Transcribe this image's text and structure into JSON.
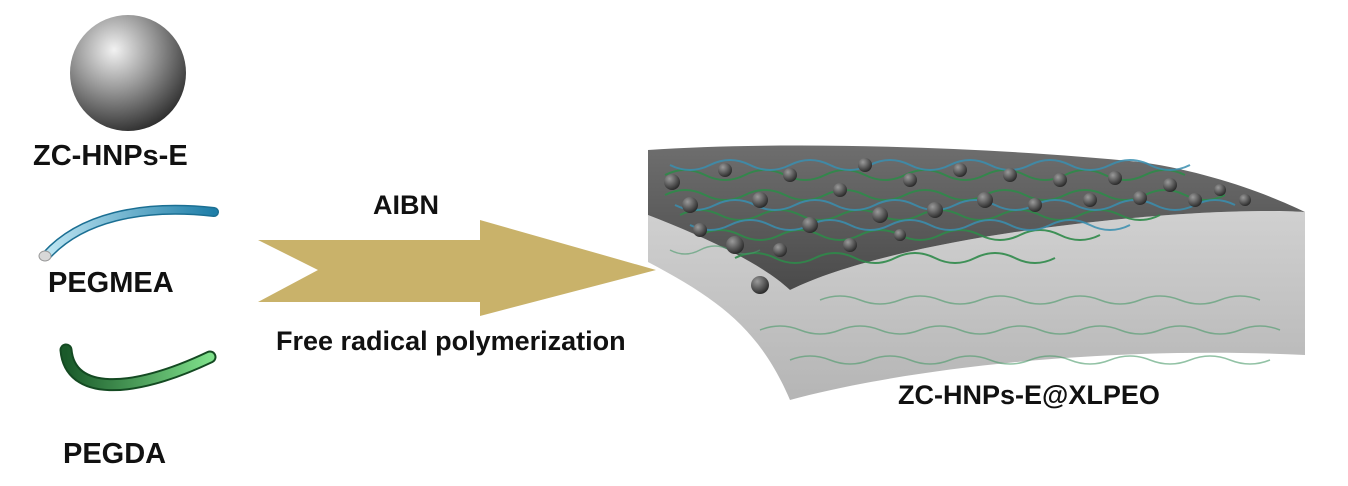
{
  "reagents": [
    {
      "label": "ZC-HNPs-E",
      "icon": "nanoparticle-sphere-icon"
    },
    {
      "label": "PEGMEA",
      "icon": "pegmea-chain-icon"
    },
    {
      "label": "PEGDA",
      "icon": "pegda-chain-icon"
    }
  ],
  "reaction": {
    "initiator": "AIBN",
    "process": "Free radical polymerization",
    "arrow_color": "#c9b26a"
  },
  "product": {
    "label": "ZC-HNPs-E@XLPEO"
  },
  "colors": {
    "pegmea_chain": "#3a8fb0",
    "pegda_chain": "#2f9a4c",
    "nanoparticle": "#555555",
    "membrane": "#9a9a9a"
  }
}
